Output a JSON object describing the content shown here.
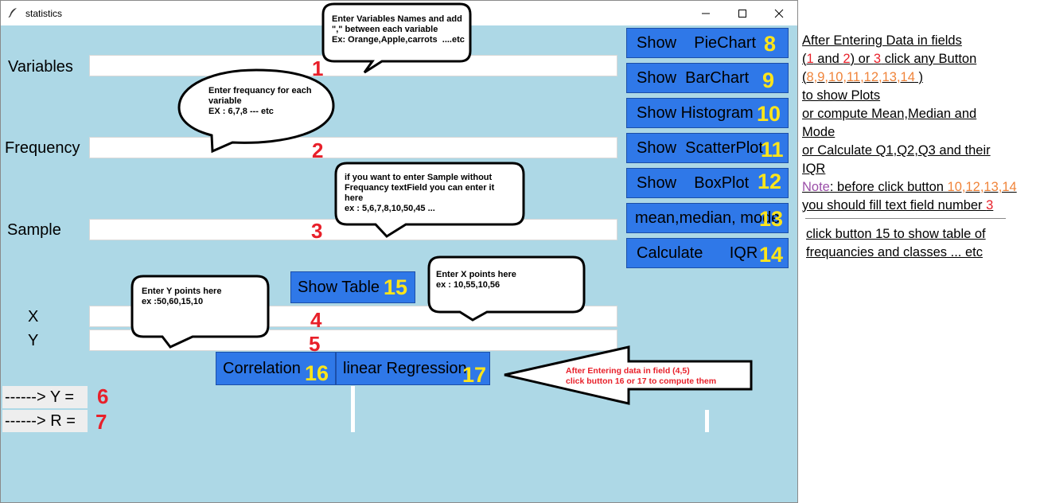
{
  "window": {
    "title": "statistics",
    "controls": {
      "minimize": "—",
      "maximize": "☐",
      "close": "✕"
    }
  },
  "fields": {
    "variables": {
      "label": "Variables",
      "number": "1",
      "value": ""
    },
    "frequency": {
      "label": "Frequency",
      "number": "2",
      "value": ""
    },
    "sample": {
      "label": "Sample",
      "number": "3",
      "value": ""
    },
    "x": {
      "label": "X",
      "number": "4",
      "value": ""
    },
    "y": {
      "label": "Y",
      "number": "5",
      "value": ""
    }
  },
  "buttons": {
    "piechart": {
      "label": "Show    PieChart",
      "number": "8"
    },
    "barchart": {
      "label": "Show  BarChart",
      "number": "9"
    },
    "histogram": {
      "label": "Show Histogram",
      "number": "10"
    },
    "scatterplot": {
      "label": "Show  ScatterPlot",
      "number": "11"
    },
    "boxplot": {
      "label": "Show    BoxPlot",
      "number": "12"
    },
    "mean": {
      "label": "mean,median, mode",
      "number": "13"
    },
    "iqr": {
      "label": "Calculate      IQR",
      "number": "14"
    },
    "table": {
      "label": "Show Table",
      "number": "15"
    },
    "correlation": {
      "label": "Correlation",
      "number": "16"
    },
    "regression": {
      "label": "linear Regression",
      "number": "17"
    }
  },
  "results": {
    "y_label": "------> Y =",
    "y_number": "6",
    "r_label": "------> R =",
    "r_number": "7"
  },
  "bubbles": {
    "variables": "Enter Variables Names and add\n\",\" between each variable\nEx: Orange,Apple,carrots  ....etc",
    "frequency": "Enter frequancy for each\nvariable\nEX : 6,7,8 --- etc",
    "sample": "if you want to enter Sample without\nFrequancy textField you can enter it\nhere\nex : 5,6,7,8,10,50,45 ...",
    "ypoints": "Enter Y points here\nex :50,60,15,10",
    "xpoints": "Enter X points here\nex : 10,55,10,56",
    "arrow": "After Entering data in field (4,5)\nclick button 16 or 17 to compute them"
  },
  "notes": {
    "l1": "After Entering Data in fields",
    "l2a": "(",
    "l2b": "1",
    "l2c": " and ",
    "l2d": "2",
    "l2e": ") or ",
    "l2f": "3",
    "l2g": " click any Button",
    "l3a": "(",
    "l3b": "8,9,10,11,12,13,14",
    "l3c": " )",
    "l4": "to show Plots",
    "l5": "or compute Mean,Median and",
    "l6": "Mode",
    "l7": "or Calculate Q1,Q2,Q3 and their",
    "l8": "IQR",
    "l9a": "Note",
    "l9b": ": before click button ",
    "l9c": "10,12,13,14",
    "l10a": "you should fill text field number ",
    "l10b": "3",
    "l11": "click button 15 to show table of",
    "l12": "frequancies and classes ... etc"
  },
  "colors": {
    "window_bg": "#add8e6",
    "button_bg": "#2f78e8",
    "number_red": "#e8202a",
    "number_yellow": "#ffe51a",
    "note_orange": "#f0843a"
  }
}
